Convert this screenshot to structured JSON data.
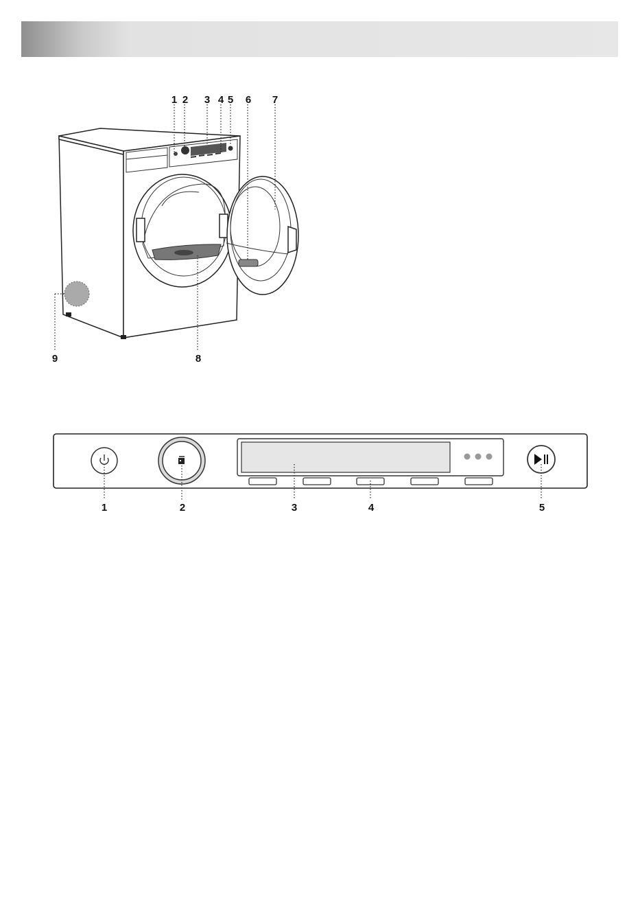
{
  "figure1": {
    "callouts": [
      "1",
      "2",
      "3",
      "4",
      "5",
      "6",
      "7",
      "8",
      "9"
    ]
  },
  "figure2": {
    "callouts": [
      "1",
      "2",
      "3",
      "4",
      "5"
    ]
  }
}
